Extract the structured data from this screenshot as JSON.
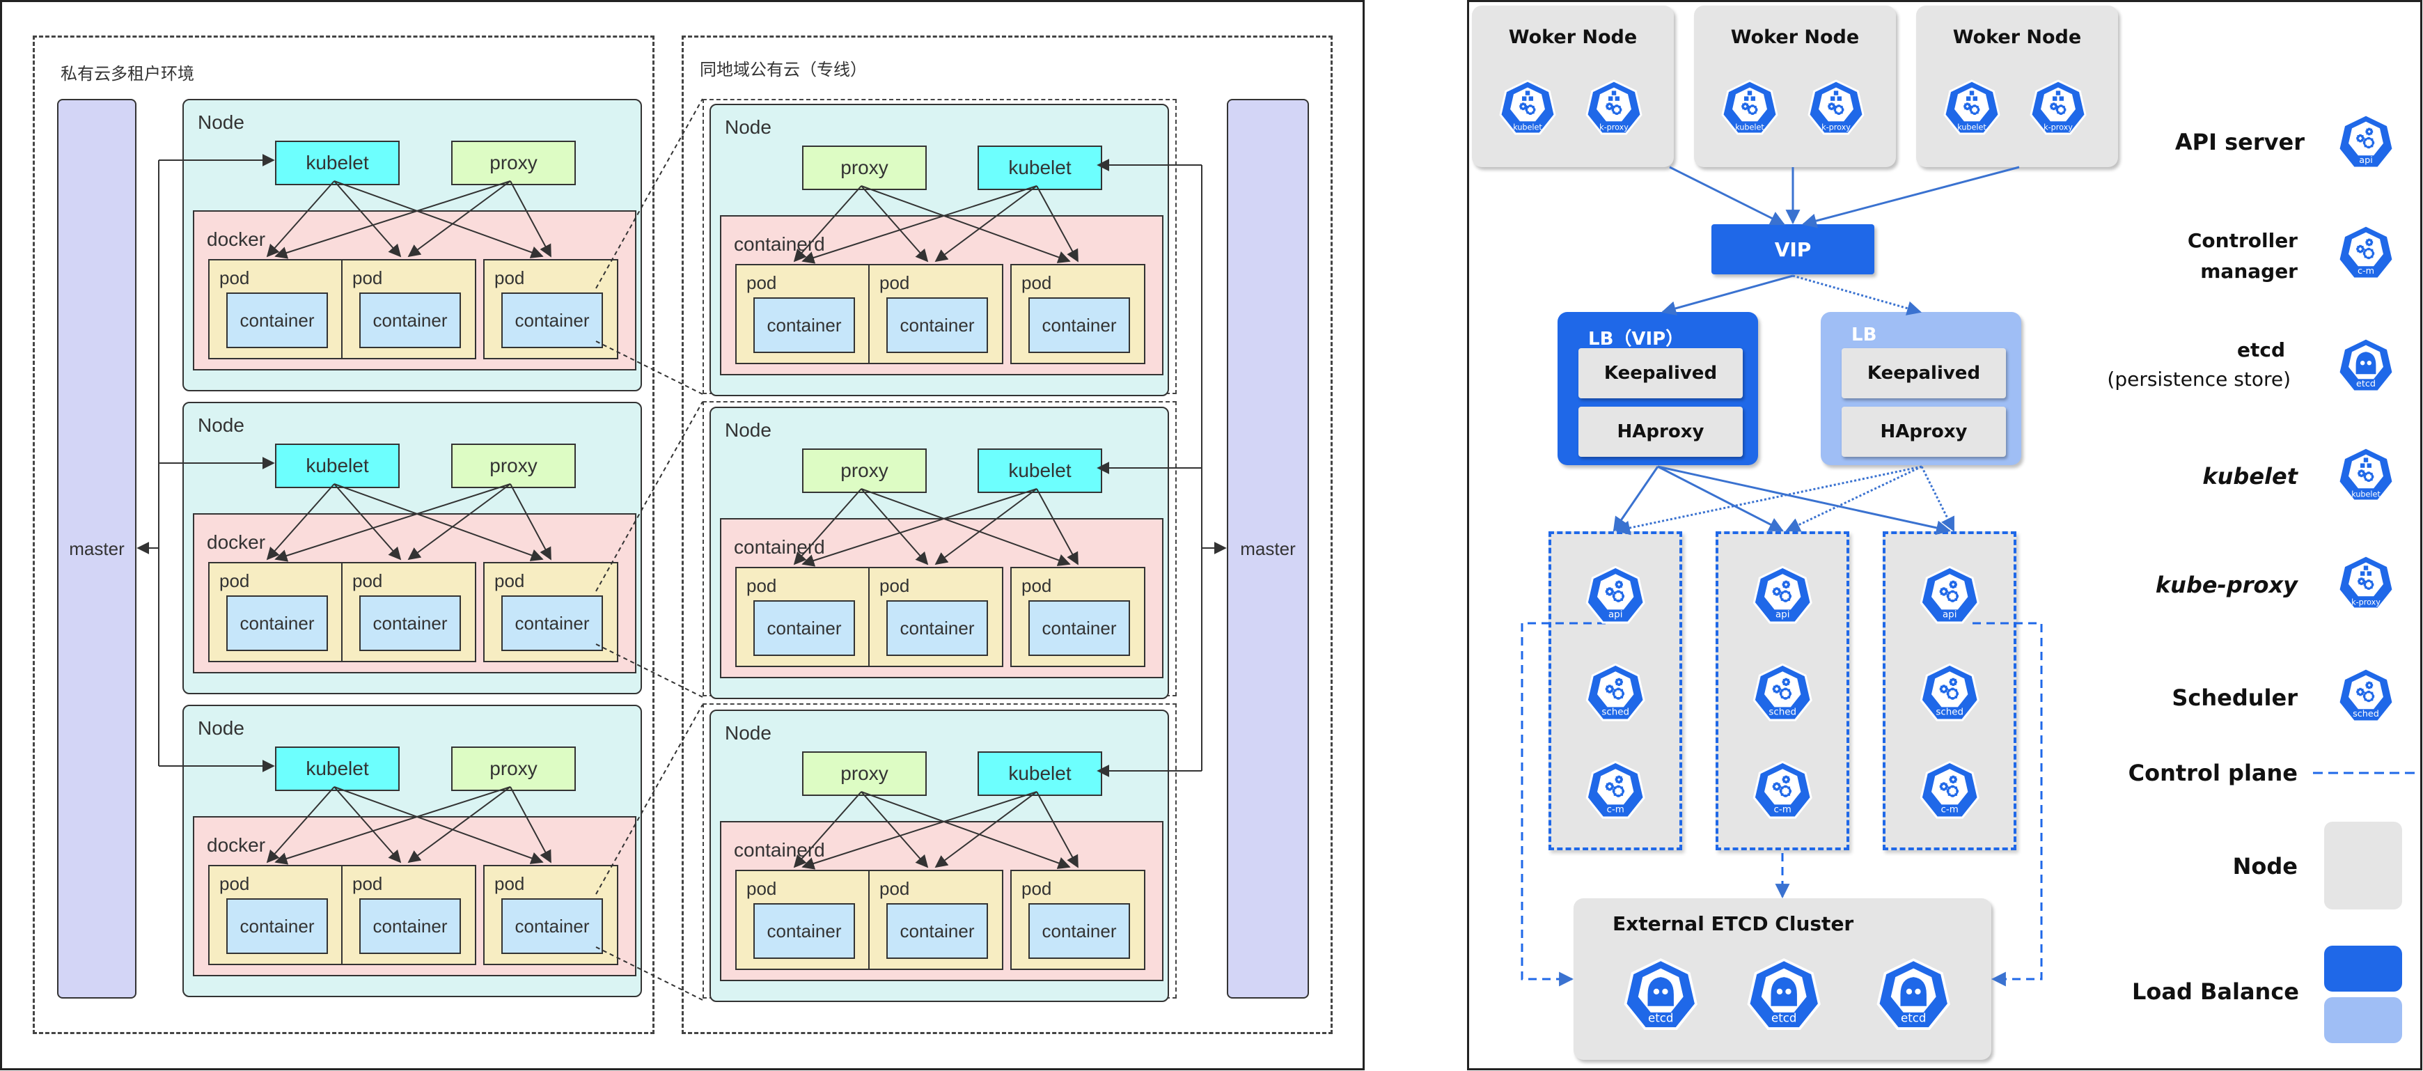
{
  "left_diagram": {
    "private_cloud": {
      "label": "私有云多租户环境",
      "master_label": "master",
      "nodes": [
        {
          "label": "Node",
          "kubelet": "kubelet",
          "proxy": "proxy",
          "runtime": "docker",
          "pods": [
            {
              "label": "pod",
              "container": "container"
            },
            {
              "label": "pod",
              "container": "container"
            },
            {
              "label": "pod",
              "container": "container"
            }
          ]
        },
        {
          "label": "Node",
          "kubelet": "kubelet",
          "proxy": "proxy",
          "runtime": "docker",
          "pods": [
            {
              "label": "pod",
              "container": "container"
            },
            {
              "label": "pod",
              "container": "container"
            },
            {
              "label": "pod",
              "container": "container"
            }
          ]
        },
        {
          "label": "Node",
          "kubelet": "kubelet",
          "proxy": "proxy",
          "runtime": "docker",
          "pods": [
            {
              "label": "pod",
              "container": "container"
            },
            {
              "label": "pod",
              "container": "container"
            },
            {
              "label": "pod",
              "container": "container"
            }
          ]
        }
      ]
    },
    "public_cloud": {
      "label": "同地域公有云（专线）",
      "master_label": "master",
      "nodes": [
        {
          "label": "Node",
          "kubelet": "kubelet",
          "proxy": "proxy",
          "runtime": "containerd",
          "pods": [
            {
              "label": "pod",
              "container": "container"
            },
            {
              "label": "pod",
              "container": "container"
            },
            {
              "label": "pod",
              "container": "container"
            }
          ]
        },
        {
          "label": "Node",
          "kubelet": "kubelet",
          "proxy": "proxy",
          "runtime": "containerd",
          "pods": [
            {
              "label": "pod",
              "container": "container"
            },
            {
              "label": "pod",
              "container": "container"
            },
            {
              "label": "pod",
              "container": "container"
            }
          ]
        },
        {
          "label": "Node",
          "kubelet": "kubelet",
          "proxy": "proxy",
          "runtime": "containerd",
          "pods": [
            {
              "label": "pod",
              "container": "container"
            },
            {
              "label": "pod",
              "container": "container"
            },
            {
              "label": "pod",
              "container": "container"
            }
          ]
        }
      ]
    }
  },
  "right_diagram": {
    "worker_nodes": [
      {
        "title": "Woker Node",
        "icons": [
          "kubelet",
          "k-proxy"
        ]
      },
      {
        "title": "Woker Node",
        "icons": [
          "kubelet",
          "k-proxy"
        ]
      },
      {
        "title": "Woker Node",
        "icons": [
          "kubelet",
          "k-proxy"
        ]
      }
    ],
    "vip_label": "VIP",
    "load_balancers": [
      {
        "title": "LB（VIP）",
        "items": [
          "Keepalived",
          "HAproxy"
        ],
        "state": "active"
      },
      {
        "title": "LB",
        "items": [
          "Keepalived",
          "HAproxy"
        ],
        "state": "standby"
      }
    ],
    "control_plane_columns": [
      {
        "icons": [
          "api",
          "sched",
          "c-m"
        ]
      },
      {
        "icons": [
          "api",
          "sched",
          "c-m"
        ]
      },
      {
        "icons": [
          "api",
          "sched",
          "c-m"
        ]
      }
    ],
    "etcd_cluster": {
      "title": "External ETCD Cluster",
      "icons": [
        "etcd",
        "etcd",
        "etcd"
      ]
    },
    "legend": {
      "api_server": {
        "label": "API server",
        "icon": "api"
      },
      "controller_manager": {
        "label_line1": "Controller",
        "label_line2": "manager",
        "icon": "c-m"
      },
      "etcd": {
        "label": "etcd",
        "sublabel": "(persistence store)",
        "icon": "etcd"
      },
      "kubelet": {
        "label": "kubelet",
        "icon": "kubelet"
      },
      "kube_proxy": {
        "label": "kube-proxy",
        "icon": "k-proxy"
      },
      "scheduler": {
        "label": "Scheduler",
        "icon": "sched"
      },
      "control_plane": {
        "label": "Control plane"
      },
      "node": {
        "label": "Node"
      },
      "load_balance": {
        "label": "Load Balance"
      }
    },
    "colors": {
      "k8s_blue": "#1f68e8",
      "lb_standby": "#9fbef5",
      "node_gray": "#e5e5e5",
      "line_blue": "#3a72d0"
    }
  }
}
